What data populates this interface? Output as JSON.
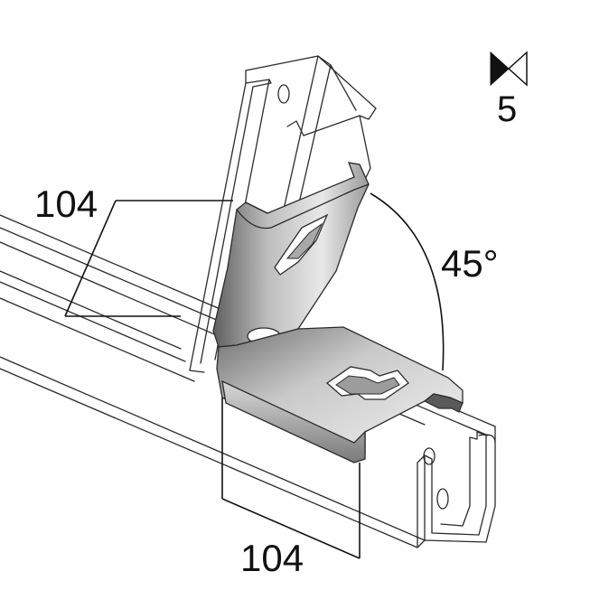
{
  "dimensions": {
    "left_length": "104",
    "bottom_length": "104",
    "angle": "45°"
  },
  "thickness": {
    "icon": "thickness-icon",
    "value": "5"
  },
  "colors": {
    "line": "#2b2b2b",
    "metal_light": "#f2f2f2",
    "metal_dark": "#6a6a6a"
  }
}
